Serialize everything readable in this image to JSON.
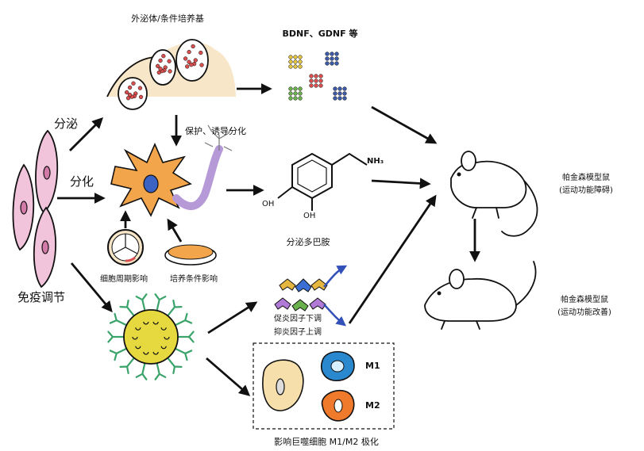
{
  "labels": {
    "exosome": "外泌体/条件培养基",
    "factors": "BDNF、GDNF 等",
    "protect": "保护、诱导分化",
    "secrete": "分泌",
    "differentiate": "分化",
    "immune": "免疫调节",
    "cellcycle": "细胞周期影响",
    "culture": "培养条件影响",
    "dopamine": "分泌多巴胺",
    "nh3": "NH₃",
    "oh1": "OH",
    "oh2": "OH",
    "proinflam": "促炎因子下调",
    "antiinflam": "抑炎因子上调",
    "m1": "M1",
    "m2": "M2",
    "macrophage": "影响巨噬细胞 M1/M2 极化",
    "pd_mouse_1": "帕金森模型鼠",
    "pd_mouse_1_sub": "(运动功能障碍)",
    "pd_mouse_2": "帕金森模型鼠",
    "pd_mouse_2_sub": "(运动功能改善)"
  },
  "colors": {
    "msc_fill": "#f2c4dc",
    "msc_nucleus": "#d27aa8",
    "exosome_bg": "#f7e6c8",
    "dot_red": "#d94f4f",
    "dot_green": "#6ab04c",
    "dot_blue": "#3c5aa6",
    "dot_yellow": "#e0c341",
    "neuron_body": "#f3a54b",
    "neuron_nucleus": "#3b63c4",
    "axon": "#b69ad8",
    "immune_cell": "#e6d940",
    "spike": "#3aa36a",
    "m1_cell": "#2a88cf",
    "m2_cell": "#ef7a2c",
    "macrophage_cell": "#f6dfaa",
    "arrow_blue": "#3350b8"
  }
}
